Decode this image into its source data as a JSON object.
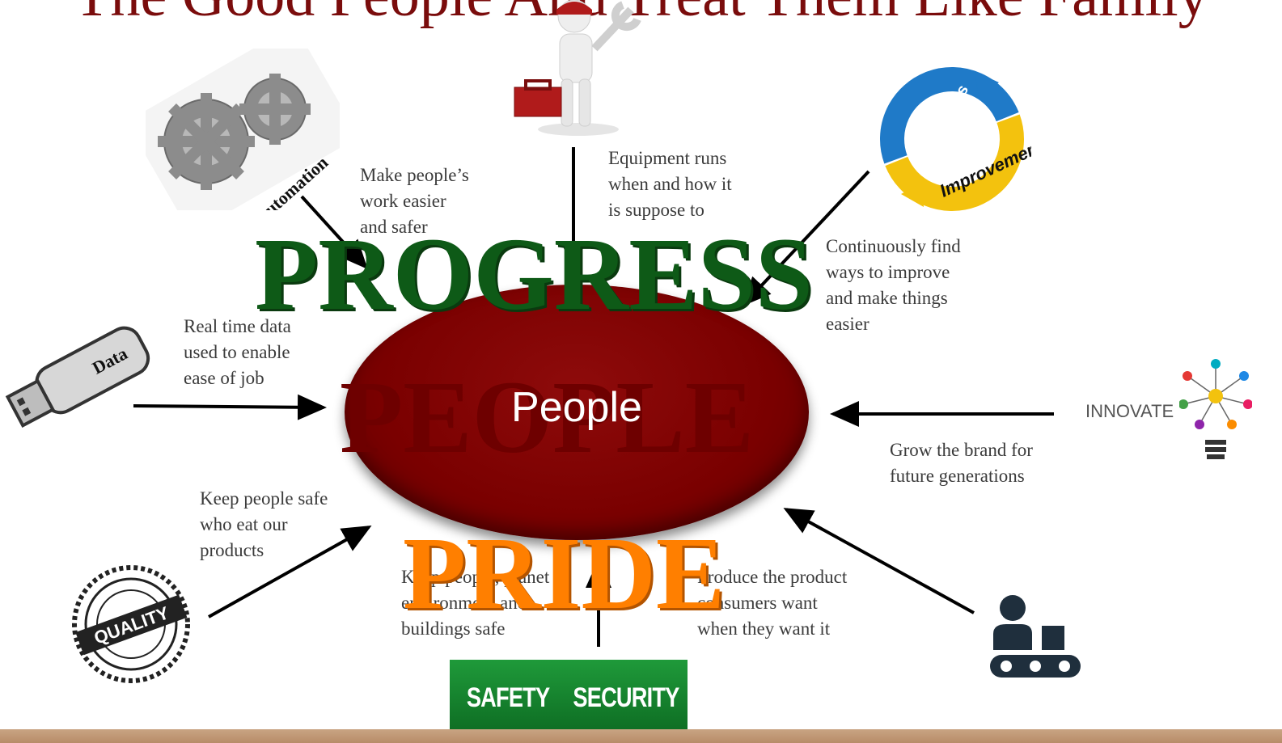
{
  "title": "The Good People And Treat Them Like Family",
  "center": {
    "label": "People"
  },
  "big_words": {
    "progress": "PROGRESS",
    "people": "PEOPLE",
    "pride": "PRIDE"
  },
  "nodes": {
    "automation": {
      "icon_label": "Automation",
      "caption": [
        "Make people’s",
        "work easier",
        "and safer"
      ]
    },
    "equipment": {
      "caption": [
        "Equipment runs",
        "when and how it",
        "is suppose to"
      ]
    },
    "continuous": {
      "icon_top": "Continuous",
      "icon_bottom": "Improvement",
      "caption": [
        "Continuously find",
        "ways to improve",
        "and make things",
        "easier"
      ]
    },
    "data": {
      "icon_label": "Data",
      "caption": [
        "Real time data",
        "used to enable",
        "ease of job"
      ]
    },
    "innovate": {
      "icon_label": "INNOVATE",
      "caption": [
        "Grow the brand for",
        "future generations"
      ]
    },
    "quality": {
      "icon_label": "QUALITY",
      "caption": [
        "Keep people safe",
        "who eat our",
        "products"
      ]
    },
    "safety": {
      "icon_left": "SAFETY",
      "icon_right": "SECURITY",
      "caption": [
        "Keep people, planet",
        "environment and",
        "buildings safe"
      ]
    },
    "production": {
      "caption": [
        "Produce  the product",
        "consumers want",
        "when they want it"
      ]
    }
  },
  "colors": {
    "title": "#7a0c0c",
    "ellipse": "#7a0000",
    "progress": "#0e5a17",
    "pride": "#ff7f00",
    "safety": "#1a8c34"
  }
}
